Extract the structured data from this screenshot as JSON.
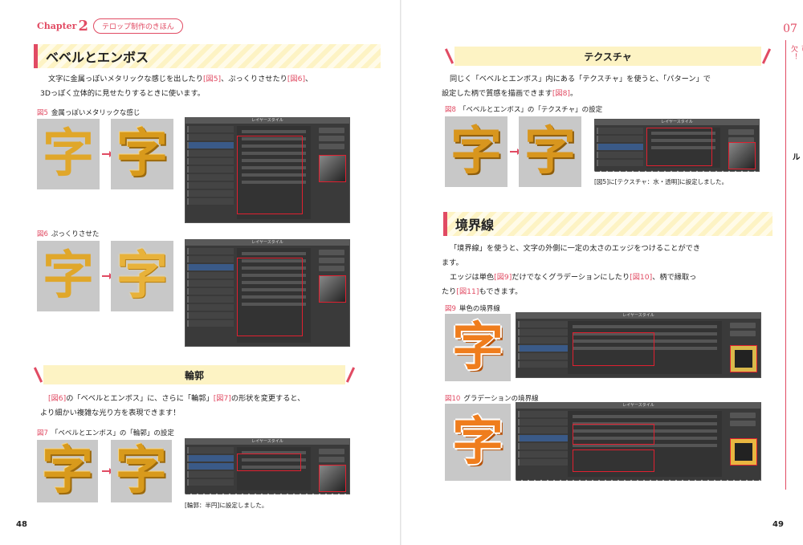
{
  "chapter": {
    "word": "Chapter",
    "num": "2",
    "title": "テロップ制作のきほん"
  },
  "left": {
    "sec1": {
      "title": "ベベルとエンボス"
    },
    "p1": [
      {
        "t": "文字に金属っぽいメタリックな感じを出したり"
      },
      {
        "r": "[図5]"
      },
      {
        "t": "、ぷっくりさせたり"
      },
      {
        "r": "[図6]"
      },
      {
        "t": "、"
      }
    ],
    "p1b": "3Dっぽく立体的に見せたりするときに使います。",
    "fig5": {
      "num": "図5",
      "cap": "金属っぽいメタリックな感じ"
    },
    "fig6": {
      "num": "図6",
      "cap": "ぷっくりさせた"
    },
    "sec2": {
      "title": "輪郭"
    },
    "p2a_ref1": "[図6]",
    "p2a": "の「ベベルとエンボス」に、さらに「輪郭」",
    "p2a_ref2": "[図7]",
    "p2a_end": "の形状を変更すると、",
    "p2b": "より細かい複雑な光り方を表現できます！",
    "fig7": {
      "num": "図7",
      "cap": "「ベベルとエンボス」の「輪郭」の設定"
    },
    "note7": "[輪郭：半円]に設定しました。",
    "kanji": "字",
    "page_num": "48"
  },
  "right": {
    "sec1": {
      "title": "テクスチャ"
    },
    "p1a": "同じく「ベベルとエンボス」内にある「テクスチャ」を使うと、「パターン」で",
    "p1b": "設定した柄で質感を描画できます",
    "p1b_ref": "[図8]",
    "p1b_end": "。",
    "fig8": {
      "num": "図8",
      "cap": "「ベベルとエンボス」の「テクスチャ」の設定"
    },
    "note8": "[図5]に[テクスチャ：水・透明]に設定しました。",
    "sec2": {
      "title": "境界線"
    },
    "p2a": "「境界線」を使うと、文字の外側に一定の太さのエッジをつけることができ",
    "p2b": "ます。",
    "p2c": "エッジは単色",
    "p2c_ref1": "[図9]",
    "p2c_mid": "だけでなくグラデーションにしたり",
    "p2c_ref2": "[図10]",
    "p2c_end": "、柄で縁取っ",
    "p2d": "たり",
    "p2d_ref": "[図11]",
    "p2d_end": "もできます。",
    "fig9": {
      "num": "図9",
      "cap": "単色の境界線"
    },
    "fig10": {
      "num": "図10",
      "cap": "グラデーションの境界線"
    },
    "side_num": "07",
    "side_text1": "テロップデザインに不可欠！",
    "side_text2": "レイヤースタイル",
    "kanji": "字",
    "page_num": "49"
  },
  "dialog": {
    "title": "レイヤースタイル"
  },
  "colors": {
    "accent": "#e14b63",
    "stripe": "#fdf3c4",
    "dialog_bg": "#3a3a3a",
    "highlight": "#e02030"
  }
}
